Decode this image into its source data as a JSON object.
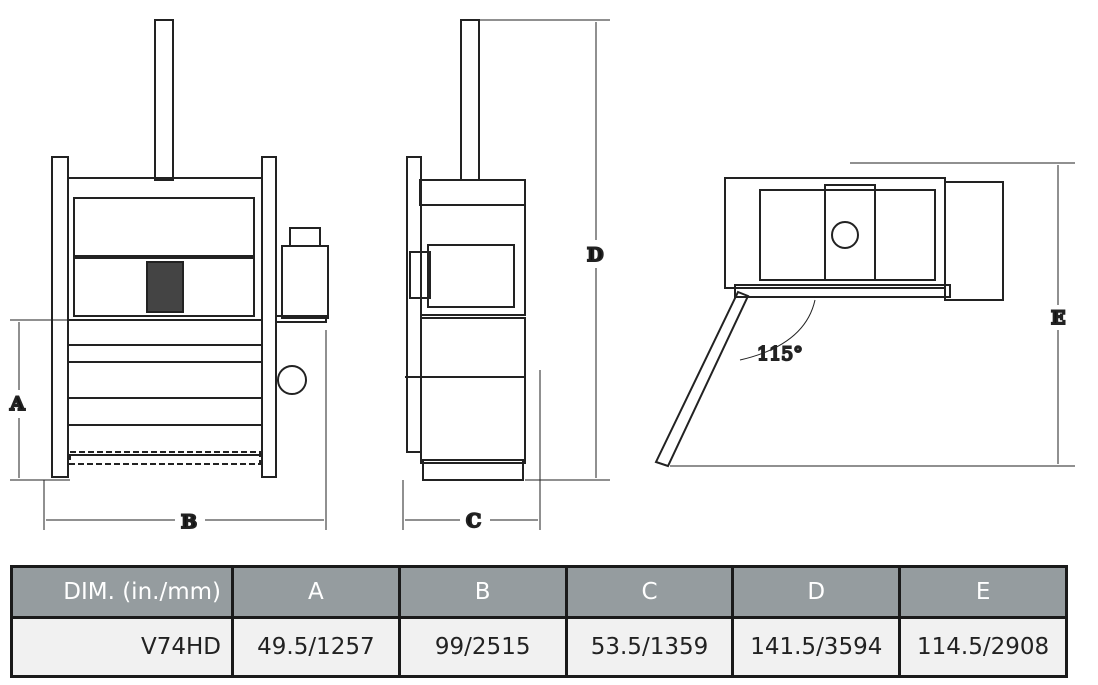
{
  "diagram": {
    "labels": {
      "a": "A",
      "b": "B",
      "c": "C",
      "d": "D",
      "e": "E",
      "angle": "115°"
    }
  },
  "table": {
    "headers": [
      "DIM. (in./mm)",
      "A",
      "B",
      "C",
      "D",
      "E"
    ],
    "rows": [
      {
        "model": "V74HD",
        "values": [
          "49.5/1257",
          "99/2515",
          "53.5/1359",
          "141.5/3594",
          "114.5/2908"
        ]
      }
    ]
  }
}
